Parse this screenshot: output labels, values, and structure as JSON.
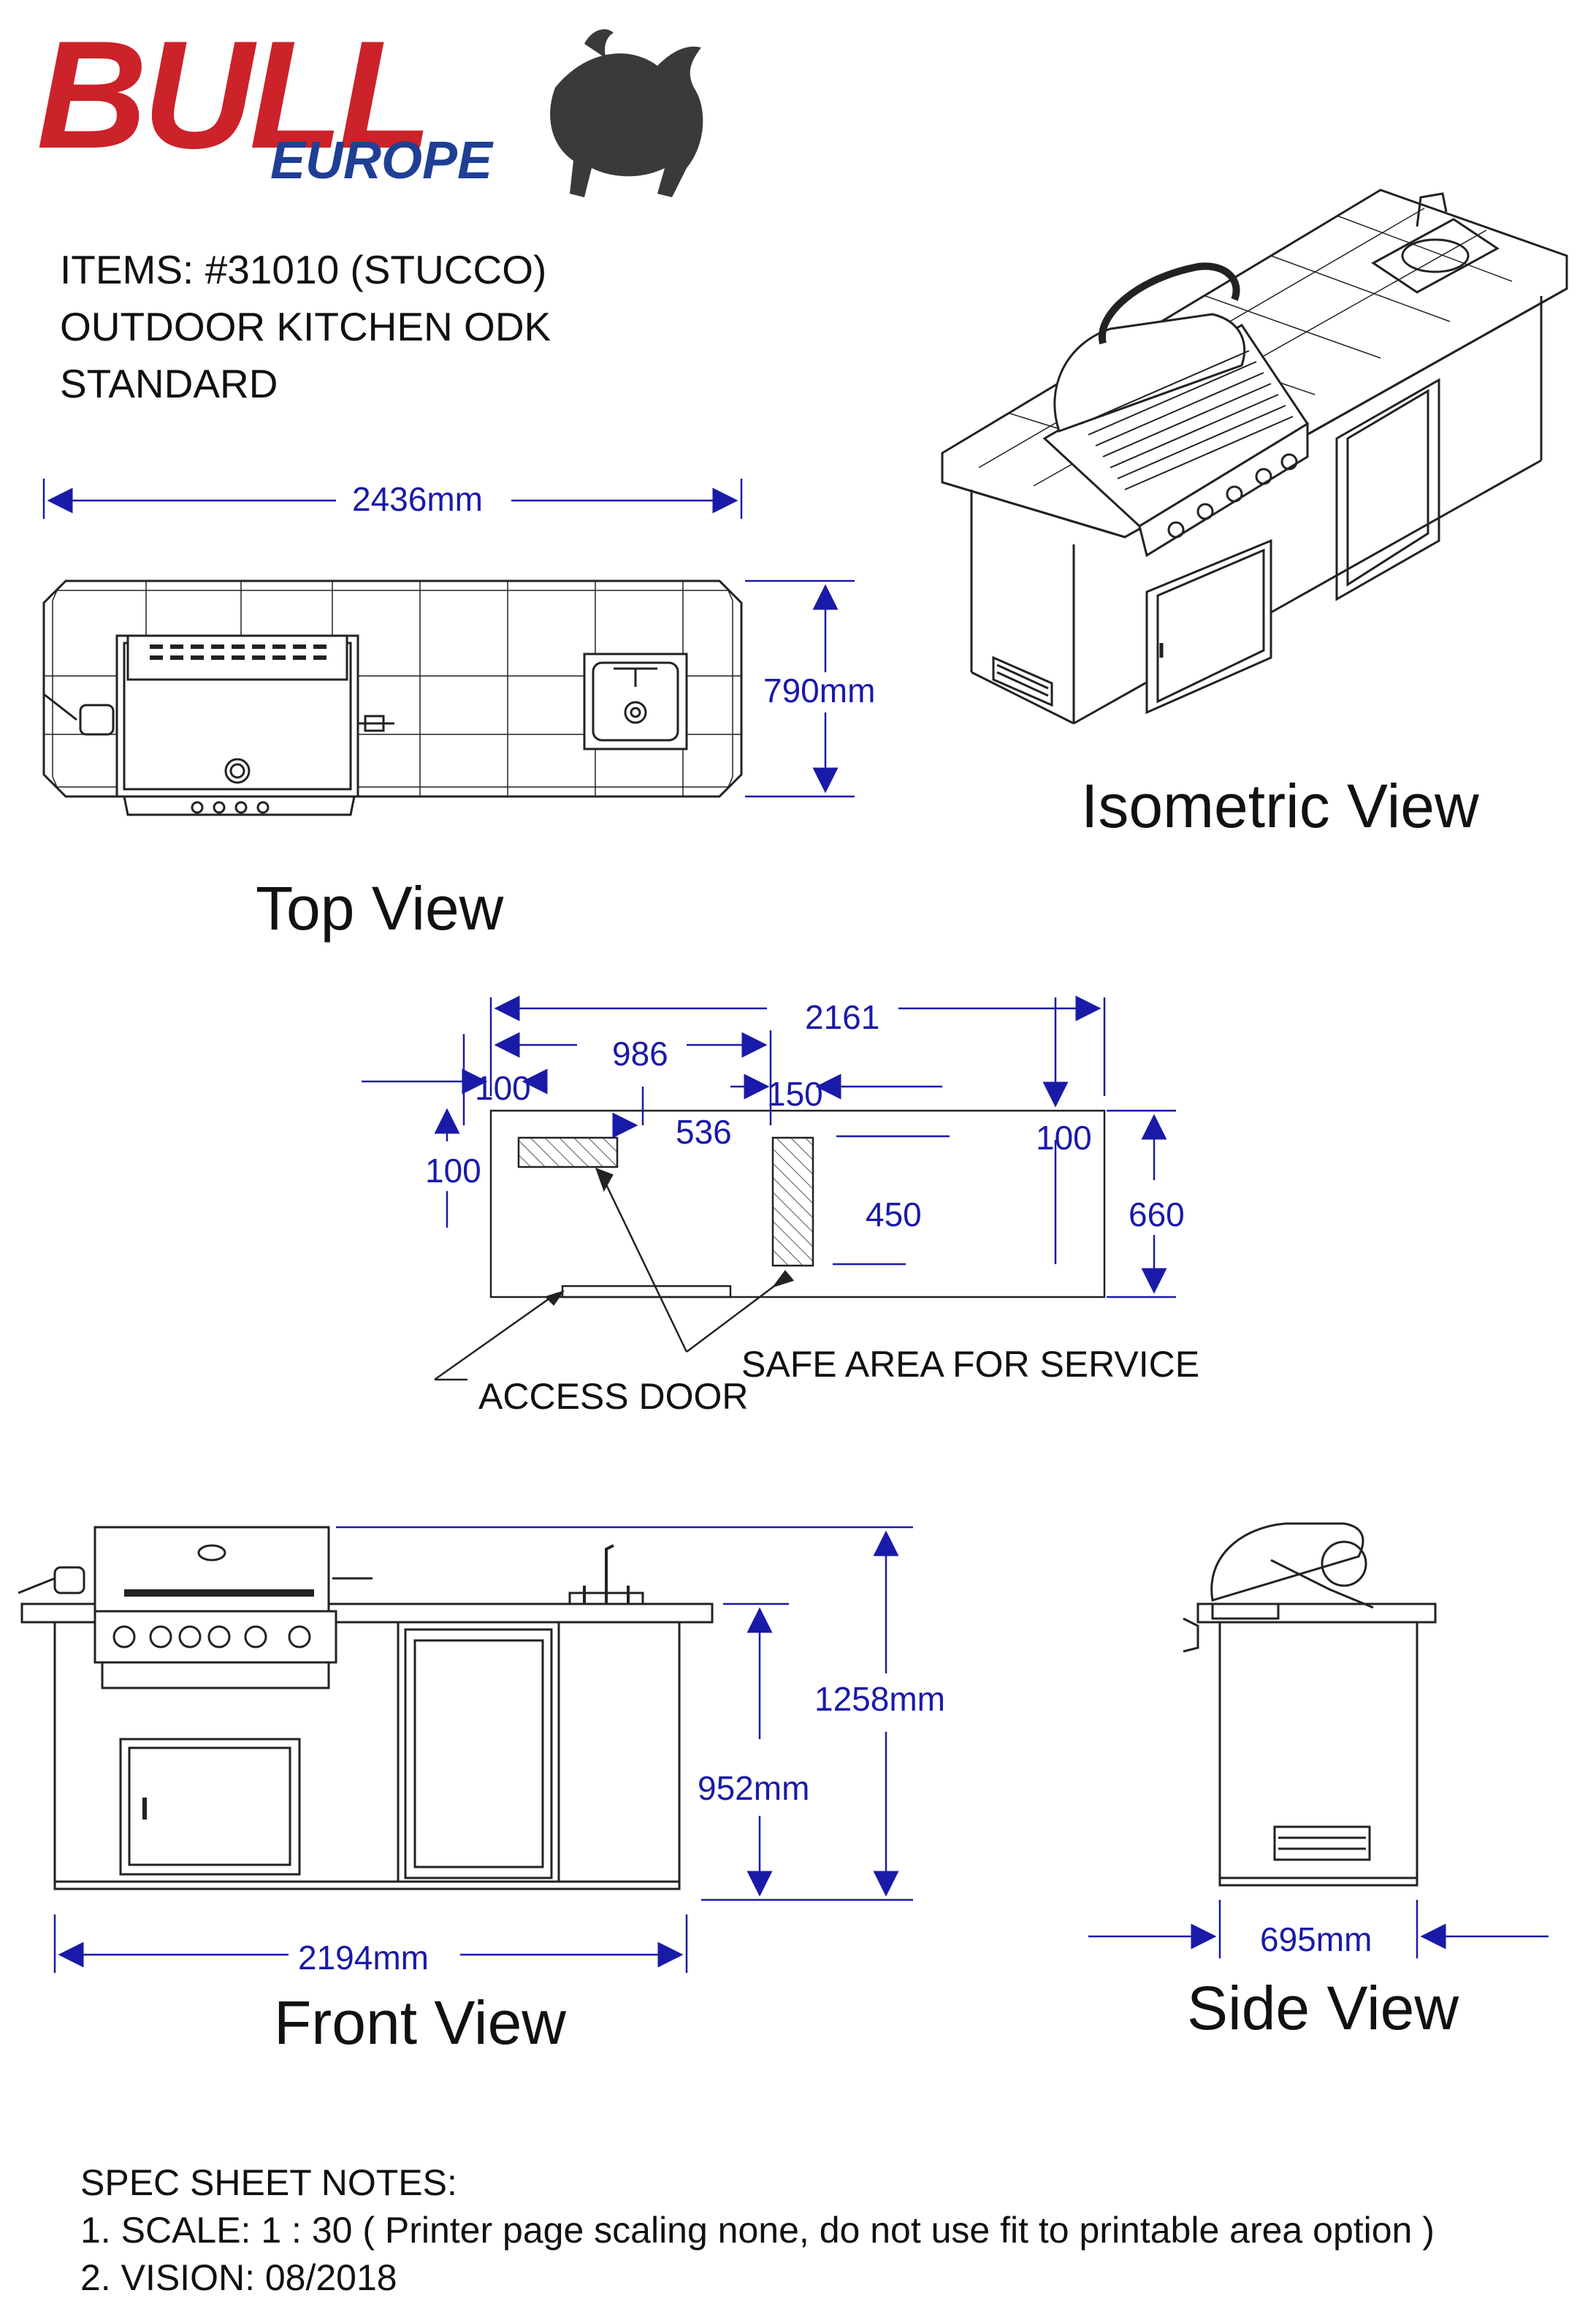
{
  "brand": {
    "name": "BULL",
    "sub": "EUROPE",
    "red": "#cc2229",
    "blue": "#1f3f95"
  },
  "header": {
    "line1": "ITEMS: #31010 (STUCCO)",
    "line2": "OUTDOOR KITCHEN ODK",
    "line3": "STANDARD"
  },
  "views": {
    "top": "Top View",
    "isometric": "Isometric View",
    "front": "Front View",
    "side": "Side View"
  },
  "dimensions": {
    "top_width": "2436",
    "top_depth": "790",
    "unit": "mm",
    "cut_total": "2161",
    "cut_986": "986",
    "cut_100a": "100",
    "cut_150": "150",
    "cut_536": "536",
    "cut_100b": "100",
    "cut_100c": "100",
    "cut_450": "450",
    "cut_660": "660",
    "front_height_total": "1258",
    "front_height_counter": "952",
    "front_width": "2194",
    "side_depth": "695"
  },
  "callouts": {
    "safe_area": "SAFE AREA FOR SERVICE",
    "access_door": "ACCESS DOOR"
  },
  "notes": {
    "heading": "SPEC SHEET NOTES:",
    "n1": "1. SCALE: 1 : 30 (  Printer page scaling none, do not use fit to printable area option )",
    "n2": "2. VISION: 08/2018"
  },
  "colors": {
    "line": "#222222",
    "dim": "#1a1aa8",
    "hatch": "#555555"
  }
}
